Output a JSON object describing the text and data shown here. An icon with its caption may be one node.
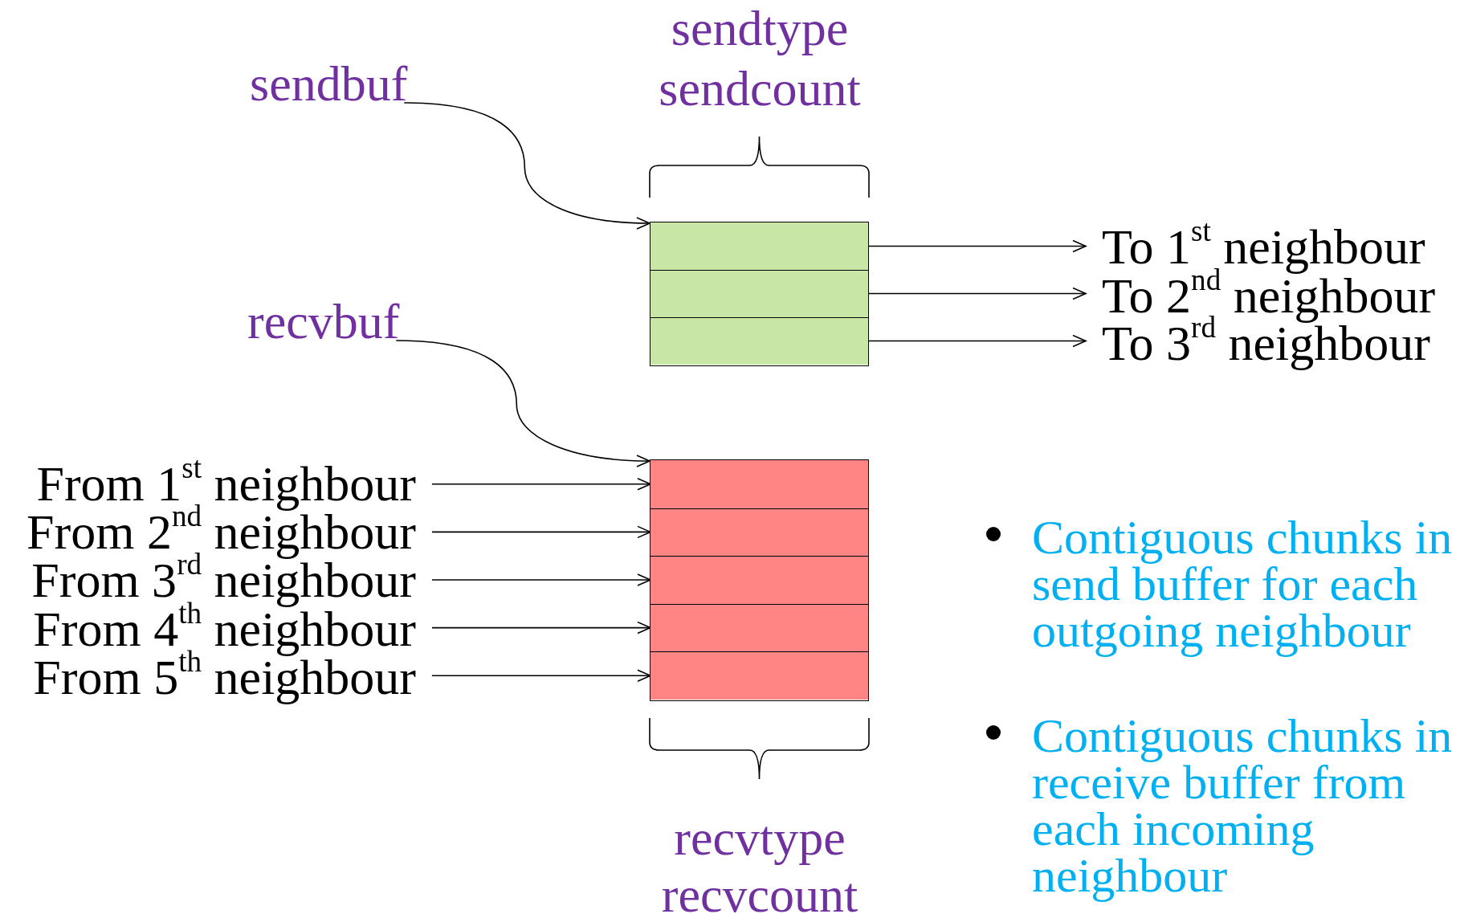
{
  "diagram": {
    "nodes": [
      {
        "text": [
          "sendbuf"
        ]
      },
      {
        "text": [],
        "shape": "box"
      },
      {
        "text": [],
        "shape": "box",
        "in": 1
      },
      {
        "text": [],
        "shape": "box",
        "in": 1
      },
      {
        "text": [],
        "shape": "box",
        "in": 1
      },
      {
        "text": [
          "To 1$^{st}$ neighbour"
        ]
      },
      {
        "text": [
          "To 2$^{nd}$ neighbour"
        ]
      },
      {
        "text": [
          "To 3$^{rd}$ neighbour"
        ]
      },
      {
        "text": [
          "recvbuf"
        ]
      },
      {
        "text": [],
        "shape": "box"
      },
      {
        "text": [],
        "shape": "box",
        "in": 9
      },
      {
        "text": [],
        "shape": "box",
        "in": 9
      },
      {
        "text": [],
        "shape": "box",
        "in": 9
      },
      {
        "text": [],
        "shape": "box",
        "in": 9
      },
      {
        "text": [],
        "shape": "box",
        "in": 9
      },
      {
        "text": [
          "From 1$^{st}$ neighbour"
        ]
      },
      {
        "text": [
          "From 2$^{nd}$ neighbour"
        ]
      },
      {
        "text": [
          "From 3$^{rd}$ neighbour"
        ]
      },
      {
        "text": [
          "From 4$^{th}$ neighbour"
        ]
      },
      {
        "text": [
          "From 5$^{th}$ neighbour"
        ]
      }
    ],
    "edges": [
      {
        "from": 0,
        "to": 1,
        "arrow": "to"
      },
      {
        "from": 2,
        "to": 5,
        "arrow": "to"
      },
      {
        "from": 3,
        "to": 6,
        "arrow": "to"
      },
      {
        "from": 4,
        "to": 7,
        "arrow": "to"
      },
      {
        "from": 8,
        "to": 9,
        "arrow": "to"
      },
      {
        "from": 15,
        "to": 10,
        "arrow": "to"
      },
      {
        "from": 16,
        "to": 11,
        "arrow": "to"
      },
      {
        "from": 17,
        "to": 12,
        "arrow": "to"
      },
      {
        "from": 18,
        "to": 13,
        "arrow": "to"
      },
      {
        "from": 19,
        "to": 14,
        "arrow": "to"
      }
    ],
    "labels": [
      "sendtype",
      "sendcount",
      "recvtype",
      "recvcount",
      "Contiguous chunks in send buffer for each outgoing neighbour",
      "Contiguous chunks in receive buffer from each incoming neighbour"
    ]
  }
}
